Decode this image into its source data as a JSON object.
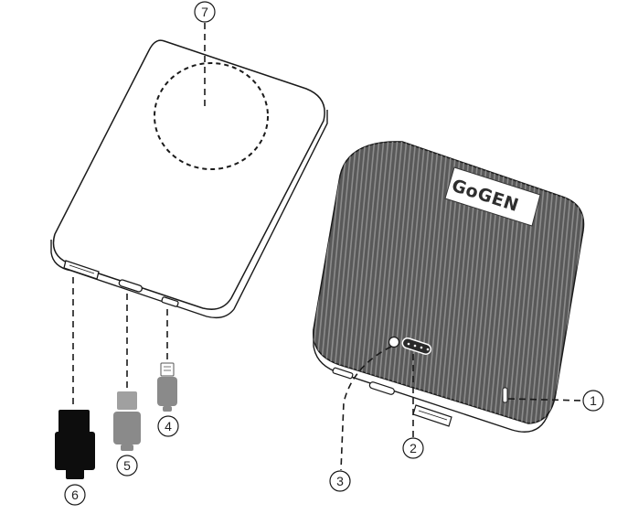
{
  "brand": {
    "logo_text": "GoGEN"
  },
  "callouts": [
    {
      "number": "1",
      "target": "side-button"
    },
    {
      "number": "2",
      "target": "led-indicators"
    },
    {
      "number": "3",
      "target": "power-button"
    },
    {
      "number": "4",
      "target": "micro-usb-port"
    },
    {
      "number": "5",
      "target": "usb-c-port"
    },
    {
      "number": "6",
      "target": "usb-a-port"
    },
    {
      "number": "7",
      "target": "wireless-charging-area"
    }
  ],
  "colors": {
    "line": "#1a1a1a",
    "body": "#5a5a5a",
    "rib": "#8c8c8c",
    "plug_dark": "#0d0d0d",
    "plug_gray": "#9a9a9a"
  }
}
